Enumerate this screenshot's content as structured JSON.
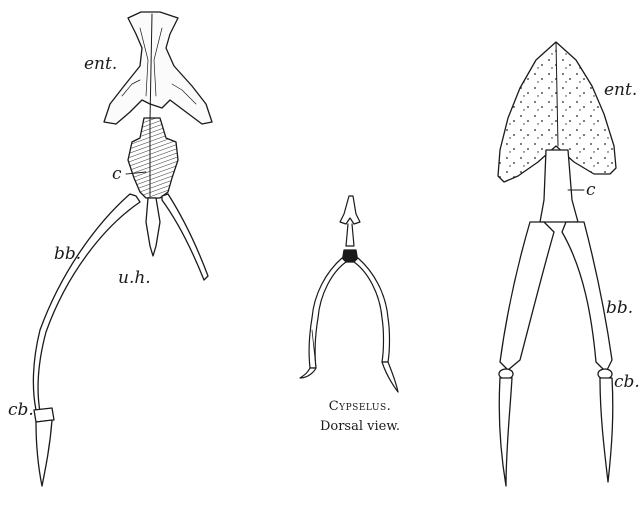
{
  "figure": {
    "left": {
      "labels": {
        "ent": "ent.",
        "c": "c",
        "bb": "bb.",
        "uh": "u.h.",
        "cb": "cb."
      }
    },
    "middle": {
      "caption_title": "Cypselus.",
      "caption_subtitle": "Dorsal view."
    },
    "right": {
      "labels": {
        "ent": "ent.",
        "c": "c",
        "bb": "bb.",
        "cb": "cb."
      }
    }
  }
}
